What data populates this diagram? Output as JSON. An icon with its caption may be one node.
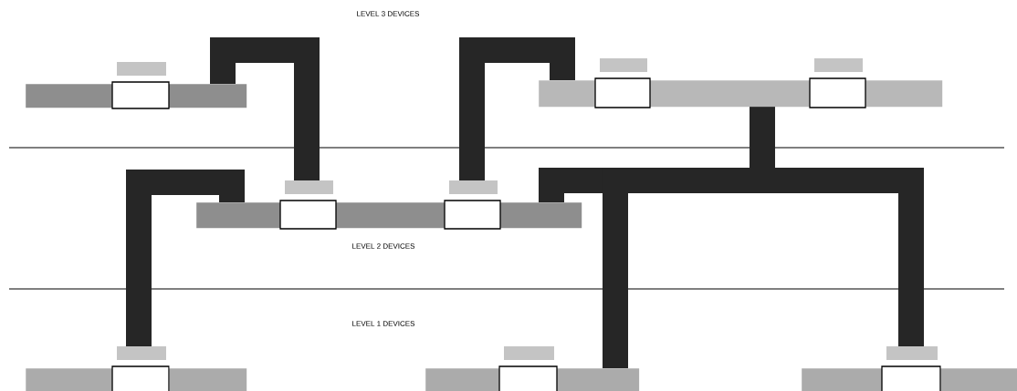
{
  "diagram": {
    "nodes": [
      {
        "text": [],
        "shape": "bar"
      },
      {
        "text": [],
        "shape": "box",
        "in": 0
      },
      {
        "text": [],
        "shape": "bar"
      },
      {
        "text": [],
        "shape": "box",
        "in": 2
      },
      {
        "text": [],
        "shape": "box",
        "in": 2
      },
      {
        "text": [],
        "shape": "bar"
      },
      {
        "text": [],
        "shape": "box",
        "in": 5
      },
      {
        "text": [],
        "shape": "box",
        "in": 5
      },
      {
        "text": [],
        "shape": "bar"
      },
      {
        "text": [],
        "shape": "box",
        "in": 8
      },
      {
        "text": [],
        "shape": "bar"
      },
      {
        "text": [],
        "shape": "box",
        "in": 10
      },
      {
        "text": [],
        "shape": "bar"
      },
      {
        "text": [],
        "shape": "box",
        "in": 12
      }
    ],
    "edges": [
      {
        "from": 0,
        "to": 6,
        "arrow": "none"
      },
      {
        "from": 2,
        "to": 7,
        "arrow": "none"
      },
      {
        "from": 5,
        "to": 9,
        "arrow": "none"
      },
      {
        "from": 2,
        "to": 5,
        "arrow": "none"
      },
      {
        "from": 2,
        "to": 10,
        "arrow": "none"
      },
      {
        "from": 2,
        "to": 13,
        "arrow": "none"
      }
    ],
    "labels": [
      "LEVEL 3 DEVICES",
      "LEVEL 2 DEVICES",
      "LEVEL 1 DEVICES"
    ]
  }
}
